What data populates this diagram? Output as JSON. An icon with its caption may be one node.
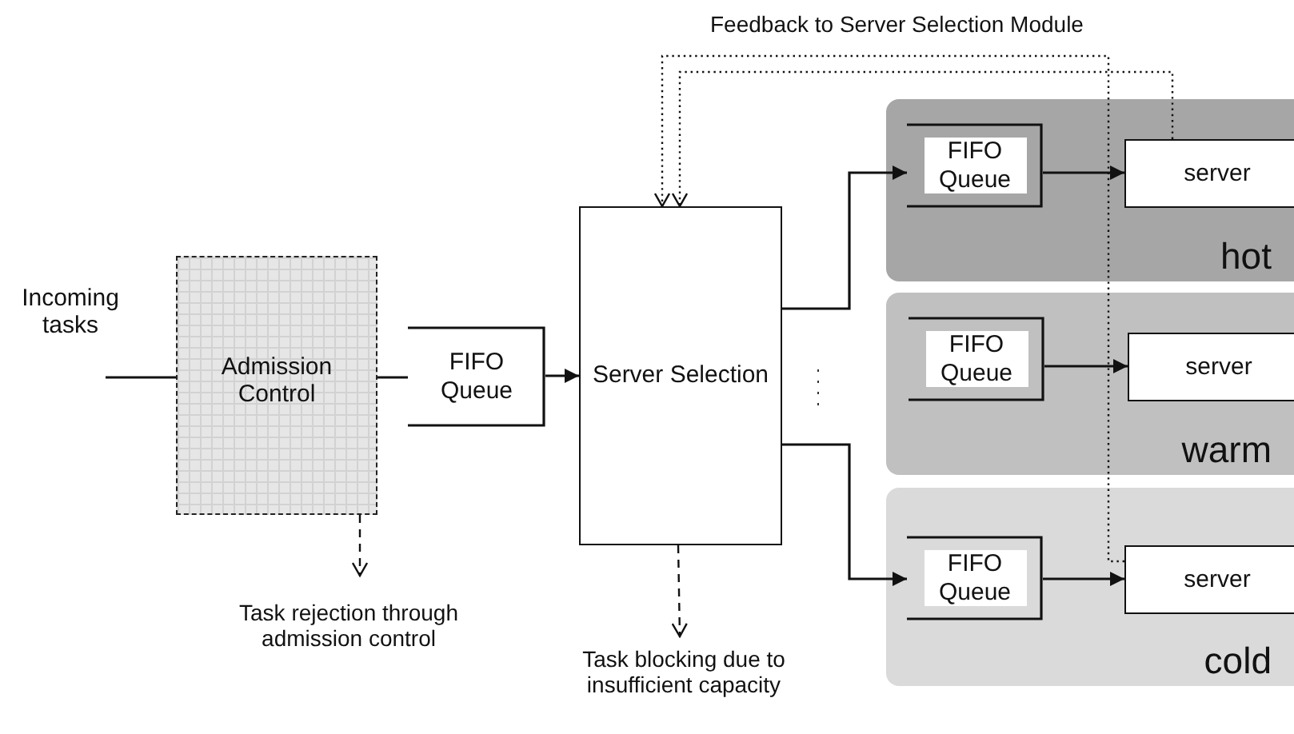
{
  "diagram": {
    "nodes": [
      {
        "text": [
          "Incoming tasks"
        ]
      },
      {
        "text": [
          "Admission Control"
        ]
      },
      {
        "text": [
          "FIFO Queue"
        ]
      },
      {
        "text": [
          "Server Selection"
        ]
      },
      {
        "text": [
          "hot"
        ]
      },
      {
        "text": [
          "FIFO Queue"
        ],
        "in": 4
      },
      {
        "text": [
          "server"
        ],
        "in": 4
      },
      {
        "text": [
          "warm"
        ]
      },
      {
        "text": [
          "FIFO Queue"
        ],
        "in": 7
      },
      {
        "text": [
          "server"
        ],
        "in": 7
      },
      {
        "text": [
          "cold"
        ]
      },
      {
        "text": [
          "FIFO Queue"
        ],
        "in": 10
      },
      {
        "text": [
          "server"
        ],
        "in": 10
      },
      {
        "text": [
          "Task rejection through admission control"
        ]
      },
      {
        "text": [
          "Task blocking due to insufficient capacity"
        ]
      }
    ],
    "edges": [
      {
        "from": 0,
        "to": 1,
        "arrow": "none"
      },
      {
        "from": 1,
        "to": 2,
        "arrow": "none"
      },
      {
        "from": 1,
        "to": 13,
        "arrow": "to",
        "style": "dashed"
      },
      {
        "from": 2,
        "to": 3,
        "arrow": "to"
      },
      {
        "from": 3,
        "to": 5,
        "arrow": "to"
      },
      {
        "from": 3,
        "to": 11,
        "arrow": "to"
      },
      {
        "from": 5,
        "to": 6,
        "arrow": "to"
      },
      {
        "from": 8,
        "to": 9,
        "arrow": "to"
      },
      {
        "from": 11,
        "to": 12,
        "arrow": "to"
      },
      {
        "from": 3,
        "to": 14,
        "arrow": "to",
        "style": "dashed"
      },
      {
        "from": 6,
        "to": 3,
        "arrow": "to",
        "style": "dashed"
      },
      {
        "from": 12,
        "to": 3,
        "arrow": "to",
        "style": "dashed",
        "label": "Feedback to Server Selection Module"
      }
    ]
  }
}
